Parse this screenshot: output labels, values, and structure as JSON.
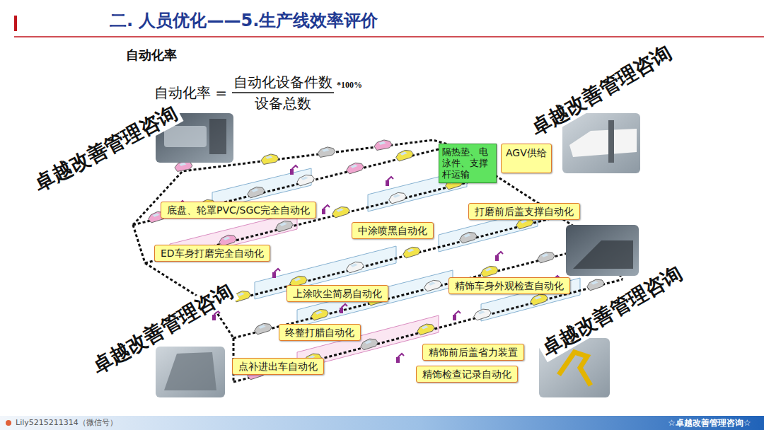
{
  "diagram": {
    "title": "二. 人员优化——5.生产线效率评价",
    "nodes": [
      {
        "text": [
          "隔热垫、电泳件、支撑杆运输"
        ]
      },
      {
        "text": [
          "AGV供给"
        ]
      },
      {
        "text": [
          "底盘、轮罩PVC/SGC完全自动化"
        ]
      },
      {
        "text": [
          "打磨前后盖支撑自动化"
        ]
      },
      {
        "text": [
          "中涂喷黑自动化"
        ]
      },
      {
        "text": [
          "ED车身打磨完全自动化"
        ]
      },
      {
        "text": [
          "精饰车身外观检查自动化"
        ]
      },
      {
        "text": [
          "上涂吹尘简易自动化"
        ]
      },
      {
        "text": [
          "终整打腊自动化"
        ]
      },
      {
        "text": [
          "精饰前后盖省力装置"
        ]
      },
      {
        "text": [
          "点补进出车自动化"
        ]
      },
      {
        "text": [
          "精饰检查记录自动化"
        ]
      }
    ],
    "labels": [
      "自动化率",
      "自动化率 =",
      "自动化设备件数",
      "*100%",
      "设备总数",
      "卓越改善管理咨询",
      "卓越改善管理咨询",
      "卓越改善管理咨询",
      "卓越改善管理咨询",
      "Lily5215211314（微信号）",
      "☆卓越改善管理咨询☆"
    ]
  }
}
